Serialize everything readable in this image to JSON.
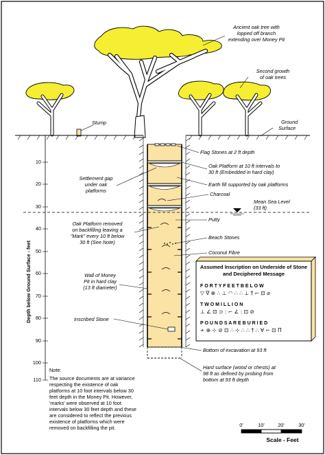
{
  "labels": {
    "ancient_tree": [
      "Ancient oak tree with",
      "lopped off branch",
      "extending over Money Pit"
    ],
    "second_growth": [
      "Second growth",
      "of oak trees"
    ],
    "stump": "Stump",
    "ground_surface": [
      "Ground",
      "Surface"
    ],
    "flag_stones": "Flag Stones at 2 ft depth",
    "oak_platform": [
      "Oak Platform at 10 ft intervals to",
      "30 ft (Embedded in hard clay)"
    ],
    "settlement_gap": [
      "Settlement gap",
      "under oak",
      "platforms"
    ],
    "earth_fill": "Earth fill supported by oak platforms",
    "charcoal": "Charcoal",
    "mean_sea_level": [
      "Mean Sea Level",
      "(33 ft)"
    ],
    "putty": "Putty",
    "platform_removed": [
      "Oak Platform removed",
      "on backfilling leaving a",
      "\"Mark\" every 10 ft below",
      "30 ft (See Note)"
    ],
    "beach_stones": "Beach Stones",
    "coconut_fibre": "Coconut Fibre",
    "wall": [
      "Wall of Money",
      "Pit in hard clay",
      "(13 ft diameter)"
    ],
    "inscribed_stone": "Inscribed Stone",
    "bottom_excavation": "Bottom of excavation at 93 ft",
    "hard_surface": [
      "Hard surface (wood or chests) at",
      "98 ft as defined by probing from",
      "bottom at 93 ft depth"
    ]
  },
  "axis": {
    "title": "Depth below Ground Surface - feet",
    "ticks": [
      "10",
      "20",
      "30",
      "40",
      "50",
      "60",
      "70",
      "80",
      "90",
      "100",
      "110"
    ]
  },
  "note": {
    "heading": "Note:",
    "lines": [
      "The source documents are at variance",
      "respecting the existence of oak",
      "platforms at 10 foot intervals below 30",
      "feet depth in the Money Pit. However,",
      "'marks' were observed at 10 foot",
      "intervals below 30 feet depth and these",
      "are considered to reflect the previous",
      "existence of platforms which were",
      "removed on backfilling the pit."
    ]
  },
  "inscription": {
    "title": [
      "Assumed Inscription on Underside of Stone",
      "and Deciphered Message"
    ],
    "rows": [
      {
        "letters": "F  O  R  T  Y     F  E  E  T     B  E  L  O  W",
        "glyphs": "▽ ∇ ⊕ ∴ ⊥    ◠ ∴ ∴ ⊥    † ⌐ ⊡ ⌀"
      },
      {
        "letters": "T  W  O          M  I  L  L  I  O  N",
        "glyphs": "⊥ ∠ ⊡        ⊃ : ⌐ ∠ : ⊡ ⊘"
      },
      {
        "letters": "P  O  U  N  D  S     A  R  E     B  U  R  I  E  D",
        "glyphs": "≁ ⊕ ⊹ ⊘ ⊡ ∴    ⊹ ∴ ∴    † ∴ ∀ ⌐ ⊡ Π"
      }
    ]
  },
  "scale": {
    "title": "Scale - Feet",
    "ticks": [
      "0'",
      "10'",
      "20'",
      "30'"
    ]
  },
  "colors": {
    "canopy": "#f5ee32",
    "fill": "#fbe3a5",
    "trunk": "#ffffff",
    "water": "#000000"
  }
}
